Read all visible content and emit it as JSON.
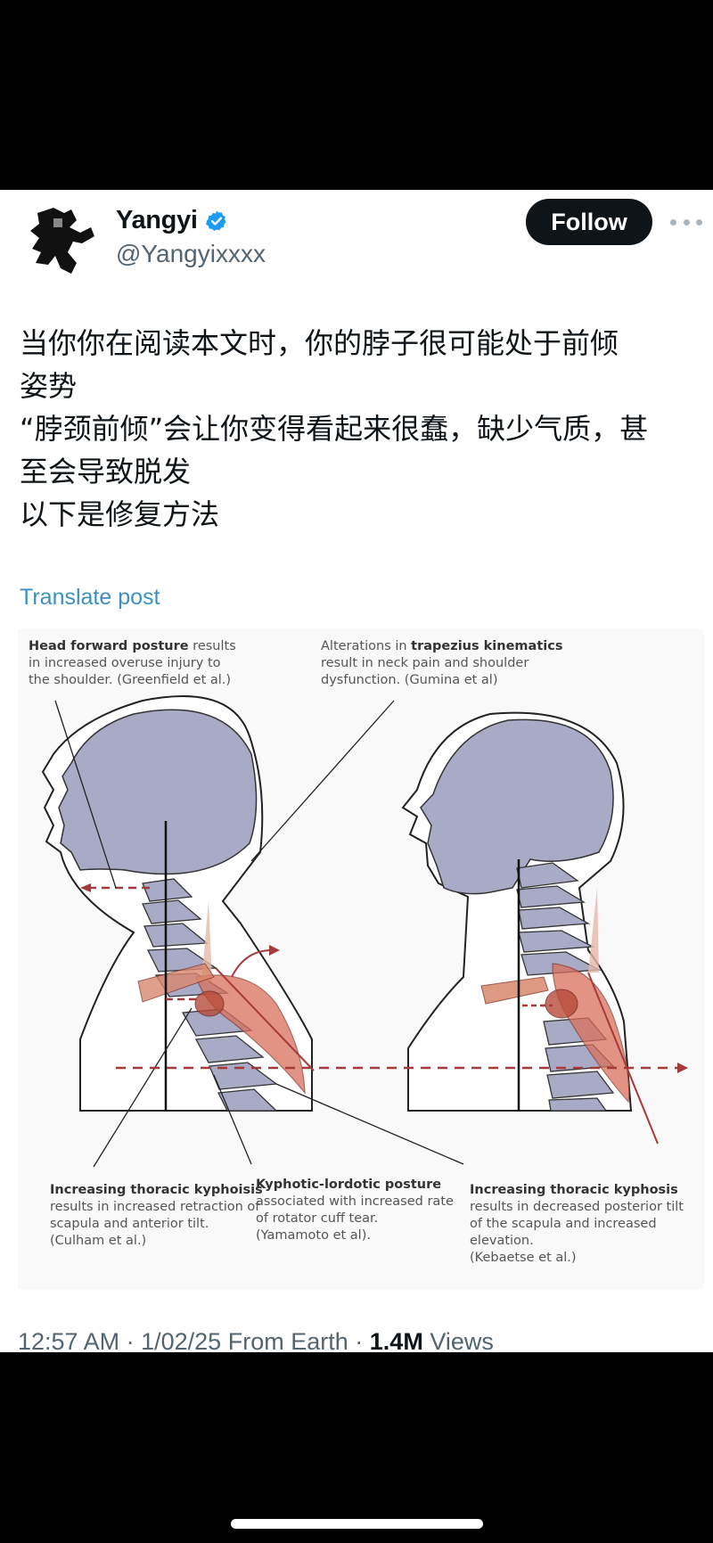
{
  "author": {
    "display_name": "Yangyi",
    "handle": "@Yangyixxxx",
    "verified": true,
    "verified_color": "#1d9bf0",
    "avatar_icon": "running-figure-silhouette"
  },
  "actions": {
    "follow_label": "Follow",
    "more_icon": "ellipsis-icon"
  },
  "post": {
    "lines": [
      "当你你在阅读本文时，你的脖子很可能处于前倾",
      "姿势",
      "“脖颈前倾”会让你变得看起来很蠢，缺少气质，甚",
      "至会导致脱发",
      "以下是修复方法"
    ],
    "translate_label": "Translate post"
  },
  "figure": {
    "captions": {
      "head_forward": {
        "bold": "Head forward posture",
        "rest_line1": " results",
        "line2": "in increased overuse injury to",
        "line3": "the shoulder. (Greenfield et al.)"
      },
      "trapezius": {
        "prefix": "Alterations in ",
        "bold": "trapezius kinematics",
        "line2": "result in neck pain and shoulder",
        "line3": "dysfunction. (Gumina et al)"
      },
      "kyphoisis": {
        "bold": "Increasing thoracic kyphoisis",
        "line2": "results in increased retraction of",
        "line3": "scapula and anterior tilt.",
        "line4": "(Culham et al.)"
      },
      "kyphotic_lordotic": {
        "bold": "Kyphotic-lordotic posture",
        "line2": "associated with increased rate",
        "line3": "of rotator cuff tear.",
        "line4": "(Yamamoto et al)."
      },
      "kyphosis": {
        "bold": "Increasing thoracic kyphosis",
        "line2": "results in decreased posterior tilt",
        "line3": "of the scapula and increased elevation.",
        "line4": "(Kebaetse et al.)"
      }
    },
    "colors": {
      "skull": "#a9abc6",
      "muscle": "#d9705a",
      "dash": "#a63a3a"
    }
  },
  "meta": {
    "time": "12:57 AM",
    "date": "1/02/25",
    "location": "From Earth",
    "views_count": "1.4M",
    "views_label": "Views",
    "separator": "·"
  }
}
